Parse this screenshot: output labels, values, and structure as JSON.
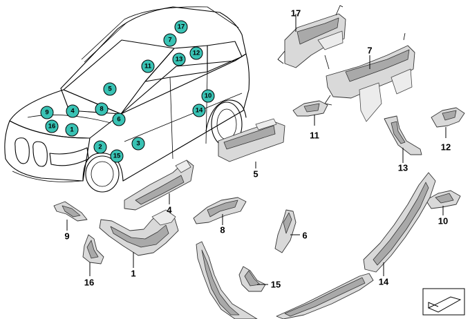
{
  "diagram": {
    "car_markers": [
      {
        "id": "m17",
        "label": "17"
      },
      {
        "id": "m7",
        "label": "7"
      },
      {
        "id": "m12",
        "label": "12"
      },
      {
        "id": "m13",
        "label": "13"
      },
      {
        "id": "m11",
        "label": "11"
      },
      {
        "id": "m5",
        "label": "5"
      },
      {
        "id": "m10",
        "label": "10"
      },
      {
        "id": "m14",
        "label": "14"
      },
      {
        "id": "m9",
        "label": "9"
      },
      {
        "id": "m4",
        "label": "4"
      },
      {
        "id": "m8",
        "label": "8"
      },
      {
        "id": "m6",
        "label": "6"
      },
      {
        "id": "m16",
        "label": "16"
      },
      {
        "id": "m1",
        "label": "1"
      },
      {
        "id": "m2",
        "label": "2"
      },
      {
        "id": "m3",
        "label": "3"
      },
      {
        "id": "m15",
        "label": "15"
      }
    ],
    "part_callouts": [
      {
        "id": "p17",
        "label": "17"
      },
      {
        "id": "p7",
        "label": "7"
      },
      {
        "id": "p11",
        "label": "11"
      },
      {
        "id": "p12",
        "label": "12"
      },
      {
        "id": "p5",
        "label": "5"
      },
      {
        "id": "p13",
        "label": "13"
      },
      {
        "id": "p4",
        "label": "4"
      },
      {
        "id": "p8",
        "label": "8"
      },
      {
        "id": "p6",
        "label": "6"
      },
      {
        "id": "p10",
        "label": "10"
      },
      {
        "id": "p9",
        "label": "9"
      },
      {
        "id": "p1",
        "label": "1"
      },
      {
        "id": "p16",
        "label": "16"
      },
      {
        "id": "p15",
        "label": "15"
      },
      {
        "id": "p14",
        "label": "14"
      }
    ],
    "colors": {
      "marker_fill": "#39c2b4",
      "part_fill": "#d9d9d9",
      "line": "#000000"
    }
  }
}
